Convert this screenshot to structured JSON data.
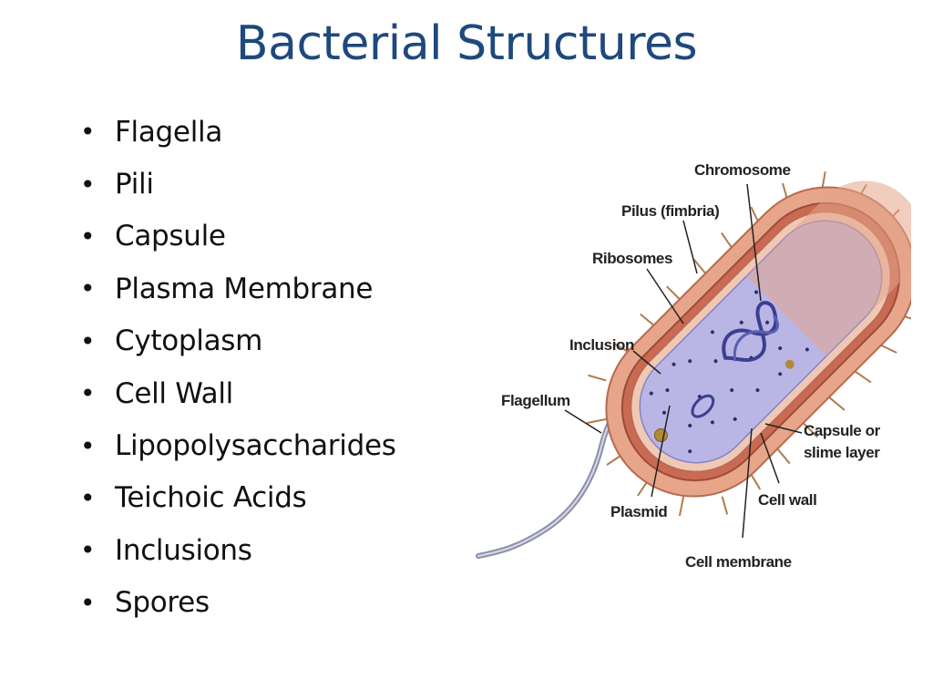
{
  "slide": {
    "title": "Bacterial Structures",
    "bullet_glyph": "•",
    "bullets": [
      "Flagella",
      "Pili",
      "Capsule",
      "Plasma Membrane",
      "Cytoplasm",
      "Cell Wall",
      "Lipopolysaccharides",
      "Teichoic Acids",
      "Inclusions",
      "Spores"
    ]
  },
  "diagram": {
    "labels": {
      "chromosome": "Chromosome",
      "pilus": "Pilus (fimbria)",
      "ribosomes": "Ribosomes",
      "inclusion": "Inclusion",
      "flagellum": "Flagellum",
      "capsule_line1": "Capsule or",
      "capsule_line2": "slime layer",
      "cell_wall": "Cell wall",
      "plasmid": "Plasmid",
      "cell_membrane": "Cell membrane"
    },
    "colors": {
      "capsule": "#e7a58a",
      "cell_wall": "#c96a52",
      "cytoplasm": "#b9b6e6",
      "flagellum": "#8c8fa8",
      "chromosome": "#3a3f8f"
    }
  }
}
